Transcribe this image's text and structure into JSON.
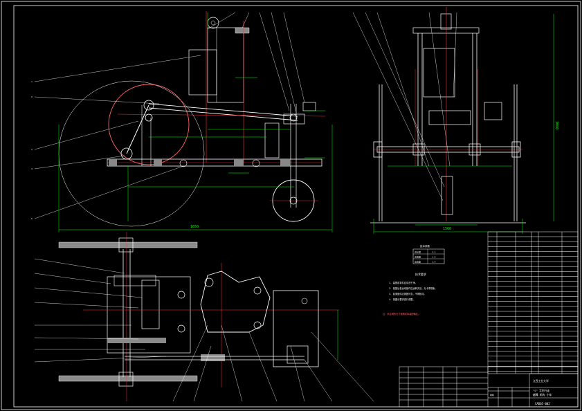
{
  "drawing": {
    "title_block": {
      "drawing_title_line1": "\"S\" 字形行走",
      "drawing_title_line2": "越障 机构 小车",
      "drawing_number": "CAD05-002",
      "school_label": "江西工业大学",
      "material_label": "材料"
    },
    "technical_requirements": {
      "heading": "技术要求",
      "items": [
        "1. 装配前零件应清洗干净。",
        "2. 装配后各运动部件应运转灵活，无卡滞现象。",
        "3. 各紧固件应紧固可靠，不得松动。",
        "4. 按图示要求进行调整。"
      ],
      "note": "注：未注明的尺寸按照实际装配确定。"
    },
    "spec_table": {
      "heading": "技术参数",
      "rows": [
        {
          "name": "总长度",
          "value": "2.5"
        },
        {
          "name": "总宽度",
          "value": "1.8"
        },
        {
          "name": "总高度",
          "value": "1.0"
        }
      ]
    },
    "dimensions": {
      "front_overall_length": "1650",
      "side_overall_width": "1560",
      "side_height": "1060"
    }
  }
}
